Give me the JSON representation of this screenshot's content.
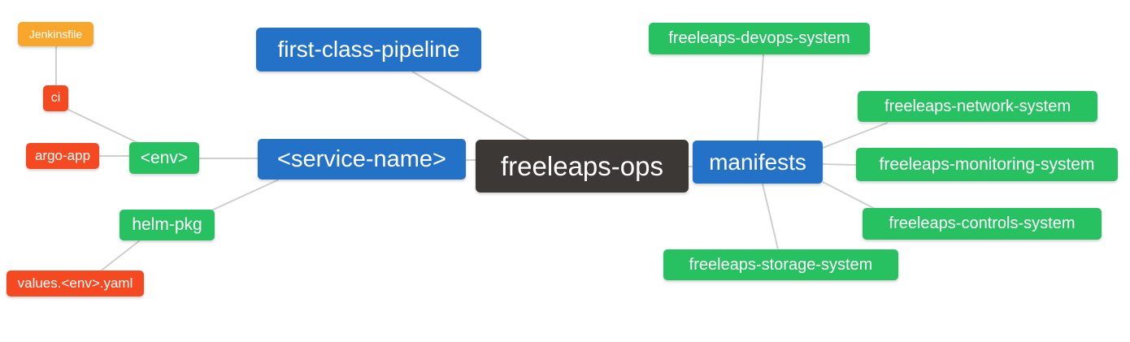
{
  "palette": {
    "orange": "#f8a72c",
    "red": "#f54a21",
    "green": "#27c162",
    "blue": "#2372c8",
    "dark": "#3c3835",
    "edge_gray": "#cfcfcf",
    "node_text": "#ffffff"
  },
  "nodes": {
    "jenkinsfile": {
      "label": "Jenkinsfile"
    },
    "ci": {
      "label": "ci"
    },
    "argo_app": {
      "label": "argo-app"
    },
    "env": {
      "label": "<env>"
    },
    "service_name": {
      "label": "<service-name>"
    },
    "first_class_pipeline": {
      "label": "first-class-pipeline"
    },
    "freeleaps_ops": {
      "label": "freeleaps-ops"
    },
    "manifests": {
      "label": "manifests"
    },
    "helm_pkg": {
      "label": "helm-pkg"
    },
    "values_env_yaml": {
      "label": "values.<env>.yaml"
    },
    "devops_system": {
      "label": "freeleaps-devops-system"
    },
    "network_system": {
      "label": "freeleaps-network-system"
    },
    "monitoring_system": {
      "label": "freeleaps-monitoring-system"
    },
    "controls_system": {
      "label": "freeleaps-controls-system"
    },
    "storage_system": {
      "label": "freeleaps-storage-system"
    }
  },
  "edges": [
    {
      "from": "jenkinsfile",
      "to": "ci"
    },
    {
      "from": "ci",
      "to": "env"
    },
    {
      "from": "argo_app",
      "to": "env"
    },
    {
      "from": "env",
      "to": "service_name"
    },
    {
      "from": "service_name",
      "to": "helm_pkg"
    },
    {
      "from": "helm_pkg",
      "to": "values_env_yaml"
    },
    {
      "from": "first_class_pipeline",
      "to": "freeleaps_ops"
    },
    {
      "from": "service_name",
      "to": "freeleaps_ops"
    },
    {
      "from": "freeleaps_ops",
      "to": "manifests"
    },
    {
      "from": "manifests",
      "to": "devops_system"
    },
    {
      "from": "manifests",
      "to": "network_system"
    },
    {
      "from": "manifests",
      "to": "monitoring_system"
    },
    {
      "from": "manifests",
      "to": "controls_system"
    },
    {
      "from": "manifests",
      "to": "storage_system"
    }
  ]
}
